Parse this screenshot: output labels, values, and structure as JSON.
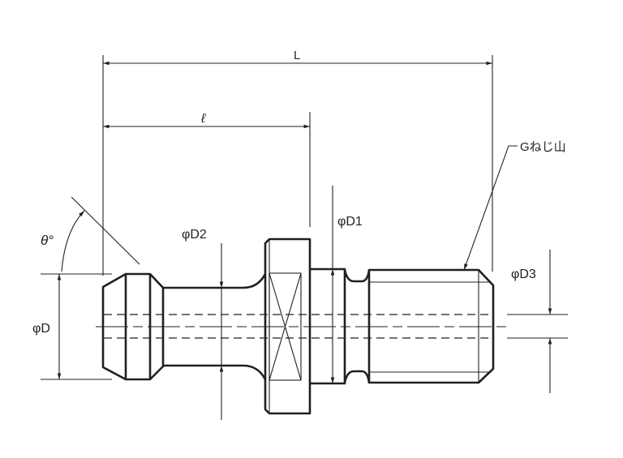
{
  "labels": {
    "length_total": "L",
    "length_partial": "ℓ",
    "angle": "θ°",
    "diameter_d": "φD",
    "diameter_d1": "φD1",
    "diameter_d2": "φD2",
    "diameter_d3": "φD3",
    "thread": "Gねじ山"
  },
  "colors": {
    "line": "#231f20",
    "background": "#ffffff"
  }
}
